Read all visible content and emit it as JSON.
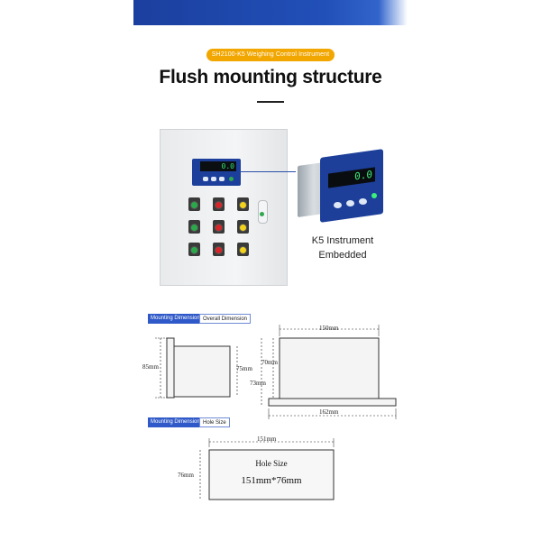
{
  "header": {
    "product_pill": "SH2100-K5 Weighing Control Instrument",
    "title": "Flush mounting structure"
  },
  "illustration": {
    "cabinet_display": "0.0",
    "instrument_display": "0.0",
    "caption_line1": "K5 Instrument",
    "caption_line2": "Embedded"
  },
  "dimensions": {
    "section1": {
      "tag": "Mounting Dimension",
      "label": "Overall Dimension"
    },
    "section2": {
      "tag": "Mounting Dimension",
      "label": "Hole Size"
    },
    "side_view": {
      "height_outer": "85mm",
      "height_inner": "75mm"
    },
    "front_view": {
      "top_width": "150mm",
      "bottom_width": "162mm",
      "height_body": "70mm",
      "height_total": "73mm"
    },
    "hole": {
      "width": "151mm",
      "height": "76mm",
      "title": "Hole Size",
      "value": "151mm*76mm"
    }
  },
  "colors": {
    "brand_blue": "#2f59c8",
    "accent_orange": "#f2a600",
    "display_green": "#3cf07a"
  }
}
